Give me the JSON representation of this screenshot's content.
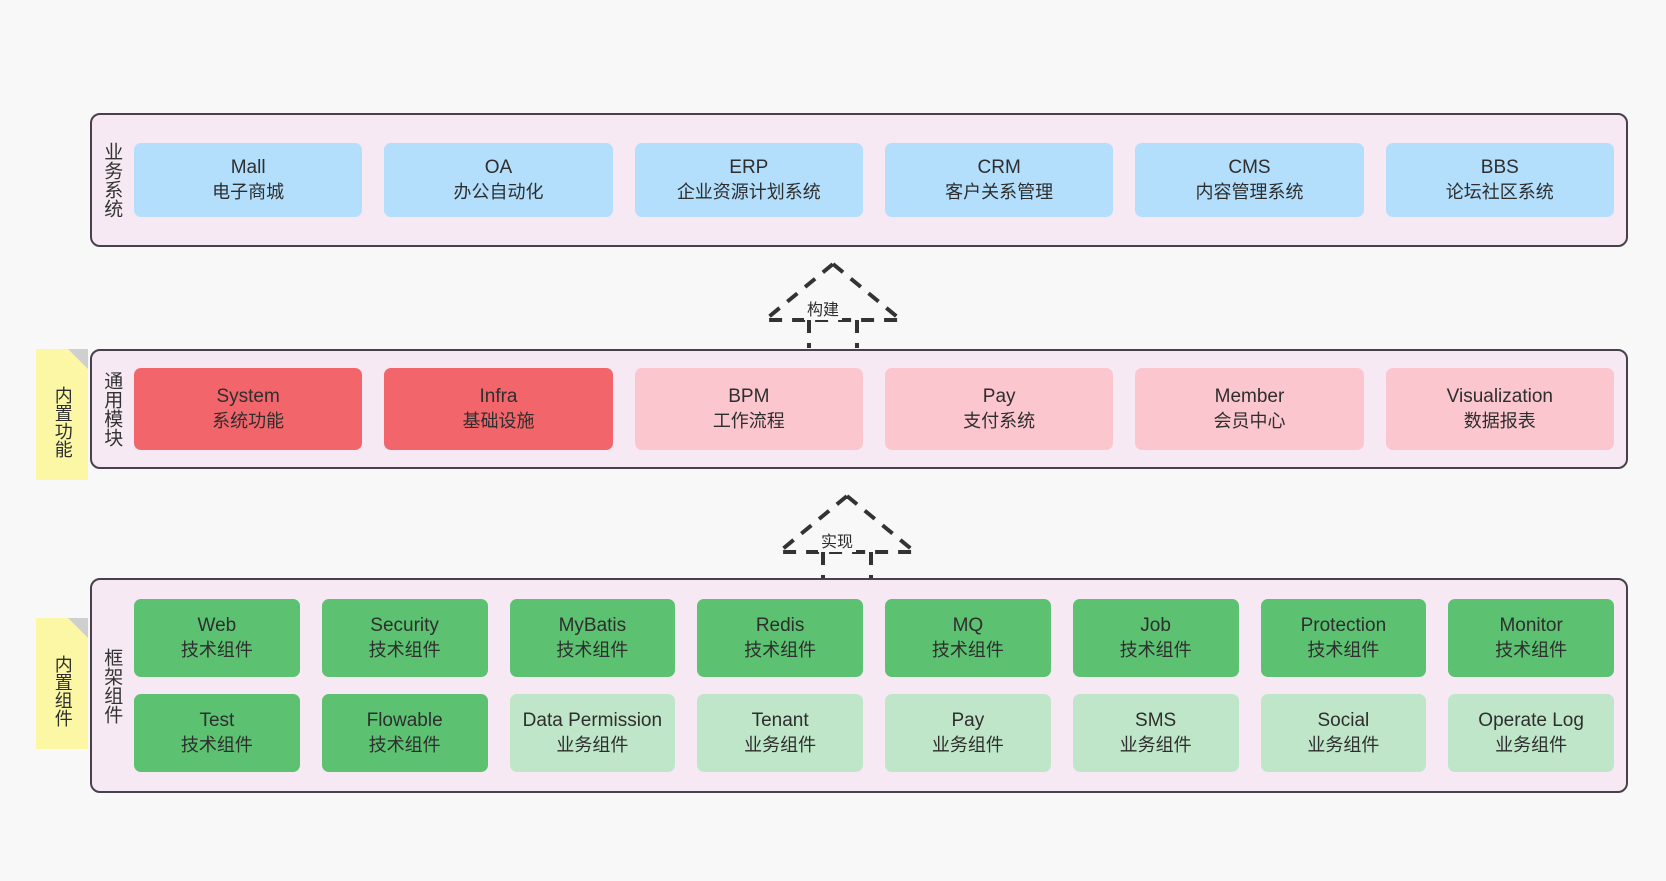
{
  "diagram": {
    "background": "#f8f8f8",
    "palette": {
      "panel_fill": "#f7e9f3",
      "panel_border": "#48414d",
      "blue": "#b3dffc",
      "red": "#f2656b",
      "pink": "#fbc6ce",
      "green": "#5cc271",
      "green_light": "#bfe6c8",
      "note_yellow": "#fbf7a5",
      "note_fold": "#cfcfcf"
    }
  },
  "layers": [
    {
      "id": "business",
      "title": "业务系统",
      "rows": [
        [
          {
            "en": "Mall",
            "cn": "电子商城",
            "color": "blue"
          },
          {
            "en": "OA",
            "cn": "办公自动化",
            "color": "blue"
          },
          {
            "en": "ERP",
            "cn": "企业资源计划系统",
            "color": "blue"
          },
          {
            "en": "CRM",
            "cn": "客户关系管理",
            "color": "blue"
          },
          {
            "en": "CMS",
            "cn": "内容管理系统",
            "color": "blue"
          },
          {
            "en": "BBS",
            "cn": "论坛社区系统",
            "color": "blue"
          }
        ]
      ]
    },
    {
      "id": "common",
      "title": "通用模块",
      "rows": [
        [
          {
            "en": "System",
            "cn": "系统功能",
            "color": "red"
          },
          {
            "en": "Infra",
            "cn": "基础设施",
            "color": "red"
          },
          {
            "en": "BPM",
            "cn": "工作流程",
            "color": "pink"
          },
          {
            "en": "Pay",
            "cn": "支付系统",
            "color": "pink"
          },
          {
            "en": "Member",
            "cn": "会员中心",
            "color": "pink"
          },
          {
            "en": "Visualization",
            "cn": "数据报表",
            "color": "pink"
          }
        ]
      ]
    },
    {
      "id": "framework",
      "title": "框架组件",
      "rows": [
        [
          {
            "en": "Web",
            "cn": "技术组件",
            "color": "green"
          },
          {
            "en": "Security",
            "cn": "技术组件",
            "color": "green"
          },
          {
            "en": "MyBatis",
            "cn": "技术组件",
            "color": "green"
          },
          {
            "en": "Redis",
            "cn": "技术组件",
            "color": "green"
          },
          {
            "en": "MQ",
            "cn": "技术组件",
            "color": "green"
          },
          {
            "en": "Job",
            "cn": "技术组件",
            "color": "green"
          },
          {
            "en": "Protection",
            "cn": "技术组件",
            "color": "green"
          },
          {
            "en": "Monitor",
            "cn": "技术组件",
            "color": "green"
          }
        ],
        [
          {
            "en": "Test",
            "cn": "技术组件",
            "color": "green"
          },
          {
            "en": "Flowable",
            "cn": "技术组件",
            "color": "green"
          },
          {
            "en": "Data Permission",
            "cn": "业务组件",
            "color": "green_light"
          },
          {
            "en": "Tenant",
            "cn": "业务组件",
            "color": "green_light"
          },
          {
            "en": "Pay",
            "cn": "业务组件",
            "color": "green_light"
          },
          {
            "en": "SMS",
            "cn": "业务组件",
            "color": "green_light"
          },
          {
            "en": "Social",
            "cn": "业务组件",
            "color": "green_light"
          },
          {
            "en": "Operate Log",
            "cn": "业务组件",
            "color": "green_light"
          }
        ]
      ]
    }
  ],
  "notes": [
    {
      "id": "note-common",
      "text": "内置功能"
    },
    {
      "id": "note-framework",
      "text": "内置组件"
    }
  ],
  "connectors": [
    {
      "id": "build",
      "label": "构建",
      "style": "dashed-hollow-arrow-up"
    },
    {
      "id": "implement",
      "label": "实现",
      "style": "dashed-hollow-arrow-up"
    }
  ]
}
